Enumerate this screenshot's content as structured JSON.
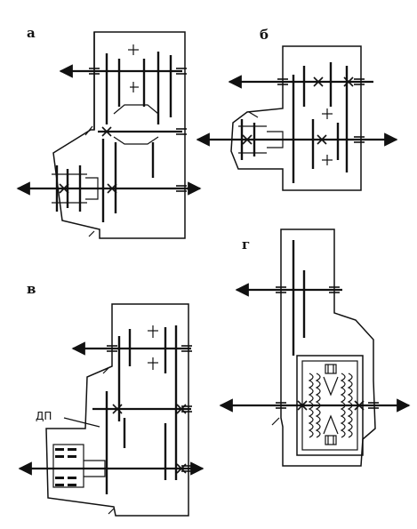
{
  "labels": {
    "a": "а",
    "b": "б",
    "v": "в",
    "g": "г",
    "dp": "ДП"
  }
}
